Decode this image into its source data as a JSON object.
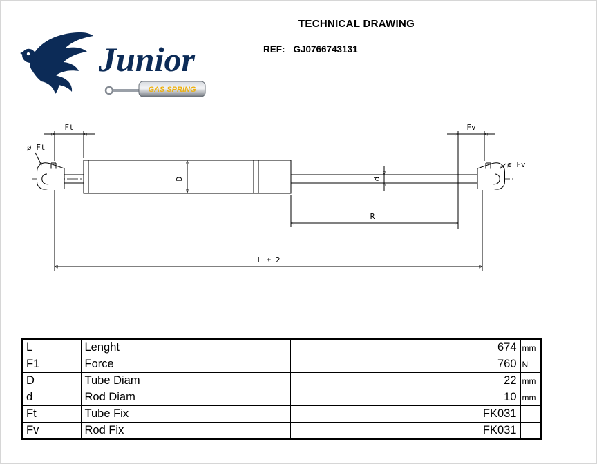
{
  "header": {
    "title": "TECHNICAL DRAWING",
    "ref_label": "REF:",
    "ref_value": "GJ0766743131"
  },
  "logo": {
    "brand": "Junior",
    "tagline": "GAS SPRING",
    "brand_color": "#0c2b57",
    "tagline_color": "#edb00c"
  },
  "drawing": {
    "dim_ft": "Ft",
    "dim_fv": "Fv",
    "dia_ft": "ø Ft",
    "dia_fv": "ø Fv",
    "dim_D": "D",
    "dim_d": "d",
    "dim_R": "R",
    "dim_L": "L ± 2"
  },
  "table": {
    "rows": [
      {
        "symbol": "L",
        "name": "Lenght",
        "value": "674",
        "unit": "mm"
      },
      {
        "symbol": "F1",
        "name": "Force",
        "value": "760",
        "unit": "N"
      },
      {
        "symbol": "D",
        "name": "Tube Diam",
        "value": "22",
        "unit": "mm"
      },
      {
        "symbol": "d",
        "name": "Rod Diam",
        "value": "10",
        "unit": "mm"
      },
      {
        "symbol": "Ft",
        "name": "Tube Fix",
        "value": "FK031",
        "unit": ""
      },
      {
        "symbol": "Fv",
        "name": "Rod Fix",
        "value": "FK031",
        "unit": ""
      }
    ]
  }
}
